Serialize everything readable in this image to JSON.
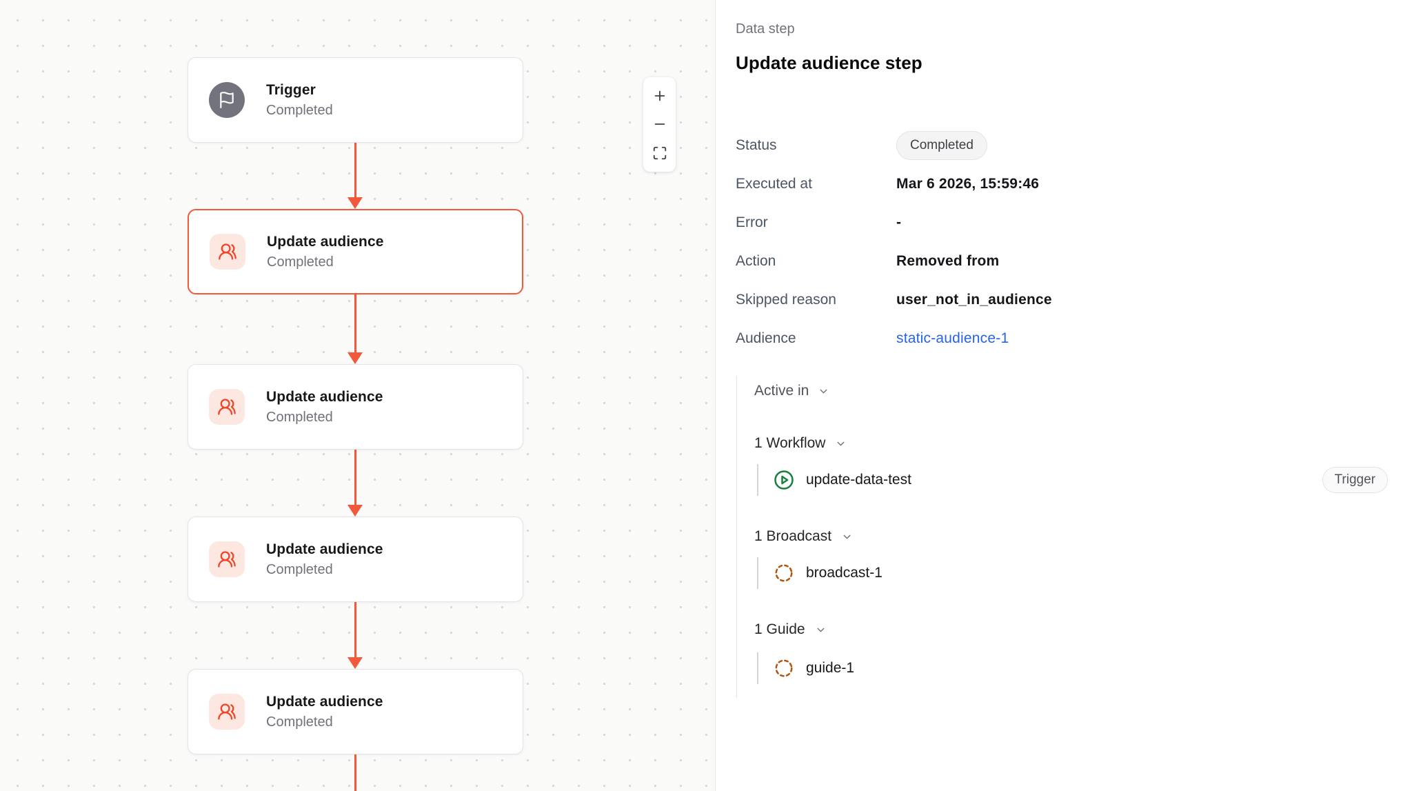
{
  "canvas": {
    "nodes": [
      {
        "kind": "trigger",
        "title": "Trigger",
        "status": "Completed",
        "selected": false
      },
      {
        "kind": "update-audience",
        "title": "Update audience",
        "status": "Completed",
        "selected": true
      },
      {
        "kind": "update-audience",
        "title": "Update audience",
        "status": "Completed",
        "selected": false
      },
      {
        "kind": "update-audience",
        "title": "Update audience",
        "status": "Completed",
        "selected": false
      },
      {
        "kind": "update-audience",
        "title": "Update audience",
        "status": "Completed",
        "selected": false
      }
    ],
    "controls": {
      "zoom_in": "plus-icon",
      "zoom_out": "minus-icon",
      "fit": "fit-view-icon"
    }
  },
  "panel": {
    "kicker": "Data step",
    "title": "Update audience step",
    "rows": [
      {
        "label": "Status",
        "value": "Completed",
        "style": "badge"
      },
      {
        "label": "Executed at",
        "value": "Mar 6 2026, 15:59:46",
        "style": "text"
      },
      {
        "label": "Error",
        "value": "-",
        "style": "text"
      },
      {
        "label": "Action",
        "value": "Removed from",
        "style": "text"
      },
      {
        "label": "Skipped reason",
        "value": "user_not_in_audience",
        "style": "text"
      },
      {
        "label": "Audience",
        "value": "static-audience-1",
        "style": "link"
      }
    ],
    "active_in": {
      "label": "Active in",
      "groups": [
        {
          "label": "1 Workflow",
          "items": [
            {
              "name": "update-data-test",
              "icon": "play-circle-icon",
              "badge": "Trigger"
            }
          ]
        },
        {
          "label": "1 Broadcast",
          "items": [
            {
              "name": "broadcast-1",
              "icon": "dashed-circle-icon",
              "badge": ""
            }
          ]
        },
        {
          "label": "1 Guide",
          "items": [
            {
              "name": "guide-1",
              "icon": "dashed-circle-icon",
              "badge": ""
            }
          ]
        }
      ]
    }
  },
  "colors": {
    "accent": "#f2593c",
    "node_icon_bg": "#fce8e1",
    "trigger_icon_bg": "#72737c",
    "link": "#2563eb",
    "workflow_green": "#16803c",
    "entity_amber": "#b45309",
    "badge_bg": "#f4f4f5",
    "canvas_bg": "#fafaf9"
  }
}
